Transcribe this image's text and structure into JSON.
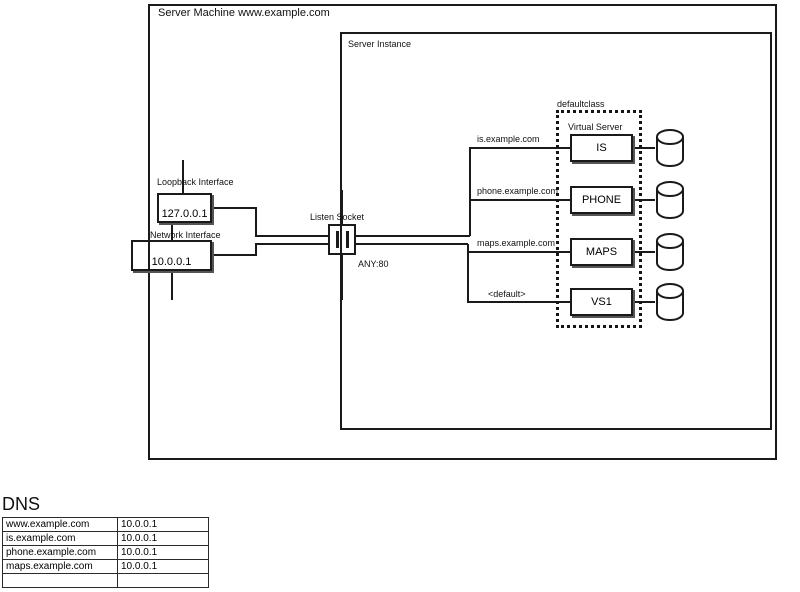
{
  "diagram": {
    "server_machine": {
      "label": "Server Machine www.example.com"
    },
    "server_instance": {
      "label": "Server Instance"
    },
    "defaultclass": {
      "label": "defaultclass"
    },
    "virtual_server_header": "Virtual Server",
    "loopback": {
      "label": "Loopback Interface",
      "ip": "127.0.0.1"
    },
    "network": {
      "label": "Network Interface",
      "ip": "10.0.0.1"
    },
    "listen_socket": {
      "label": "Listen Socket",
      "address": "ANY:80"
    },
    "routes": [
      {
        "hostname": "is.example.com",
        "target": "IS"
      },
      {
        "hostname": "phone.example.com",
        "target": "PHONE"
      },
      {
        "hostname": "maps.example.com",
        "target": "MAPS"
      },
      {
        "hostname": "<default>",
        "target": "VS1"
      }
    ]
  },
  "dns": {
    "title": "DNS",
    "rows": [
      {
        "host": "www.example.com",
        "ip": "10.0.0.1"
      },
      {
        "host": "is.example.com",
        "ip": "10.0.0.1"
      },
      {
        "host": "phone.example.com",
        "ip": "10.0.0.1"
      },
      {
        "host": "maps.example.com",
        "ip": "10.0.0.1"
      },
      {
        "host": "",
        "ip": ""
      }
    ]
  }
}
